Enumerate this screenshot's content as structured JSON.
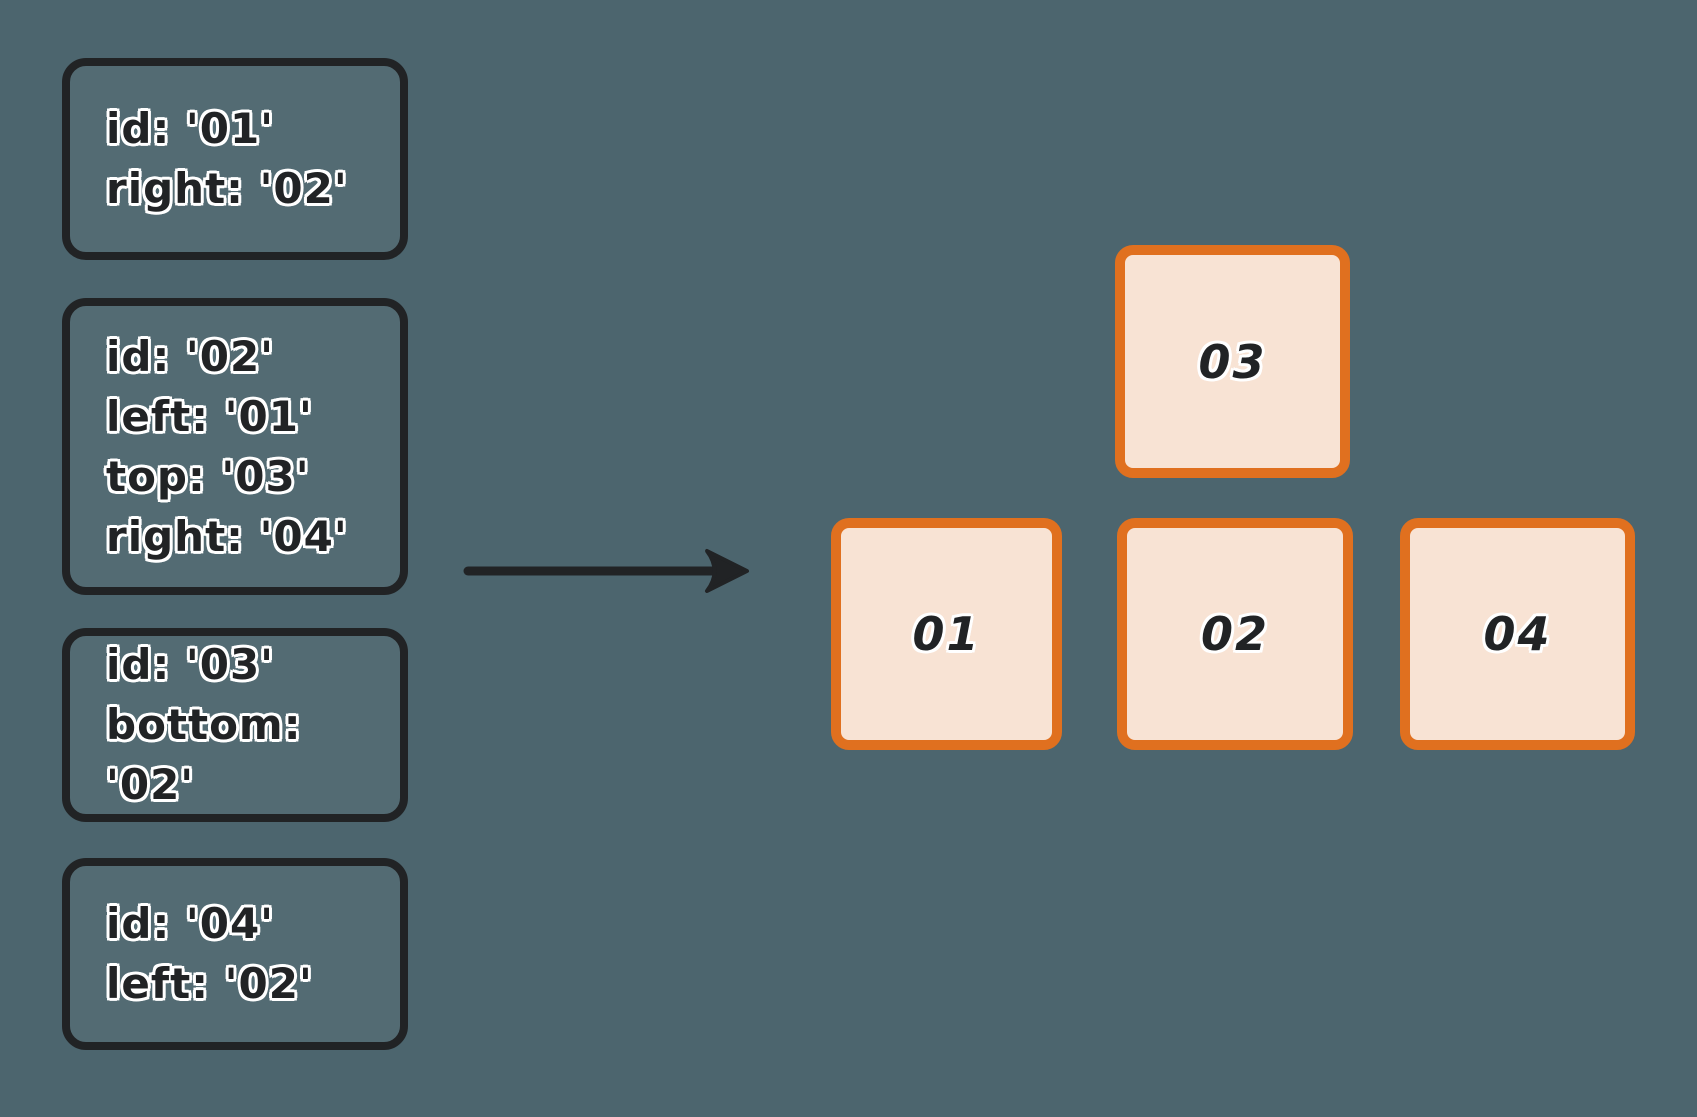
{
  "colors": {
    "background": "#4c656e",
    "ink": "#212325",
    "node_border": "#e0701f",
    "node_fill": "#f8e3d4",
    "halo": "#ffffff"
  },
  "spec_cards": [
    {
      "node": "01",
      "lines": [
        "id: '01'",
        "right: '02'"
      ]
    },
    {
      "node": "02",
      "lines": [
        "id: '02'",
        "left: '01'",
        "top: '03'",
        "right: '04'"
      ]
    },
    {
      "node": "03",
      "lines": [
        "id: '03'",
        "bottom: '02'"
      ]
    },
    {
      "node": "04",
      "lines": [
        "id: '04'",
        "left: '02'"
      ]
    }
  ],
  "arrow": {
    "direction": "right"
  },
  "result_nodes": [
    {
      "label": "03"
    },
    {
      "label": "01"
    },
    {
      "label": "02"
    },
    {
      "label": "04"
    }
  ]
}
